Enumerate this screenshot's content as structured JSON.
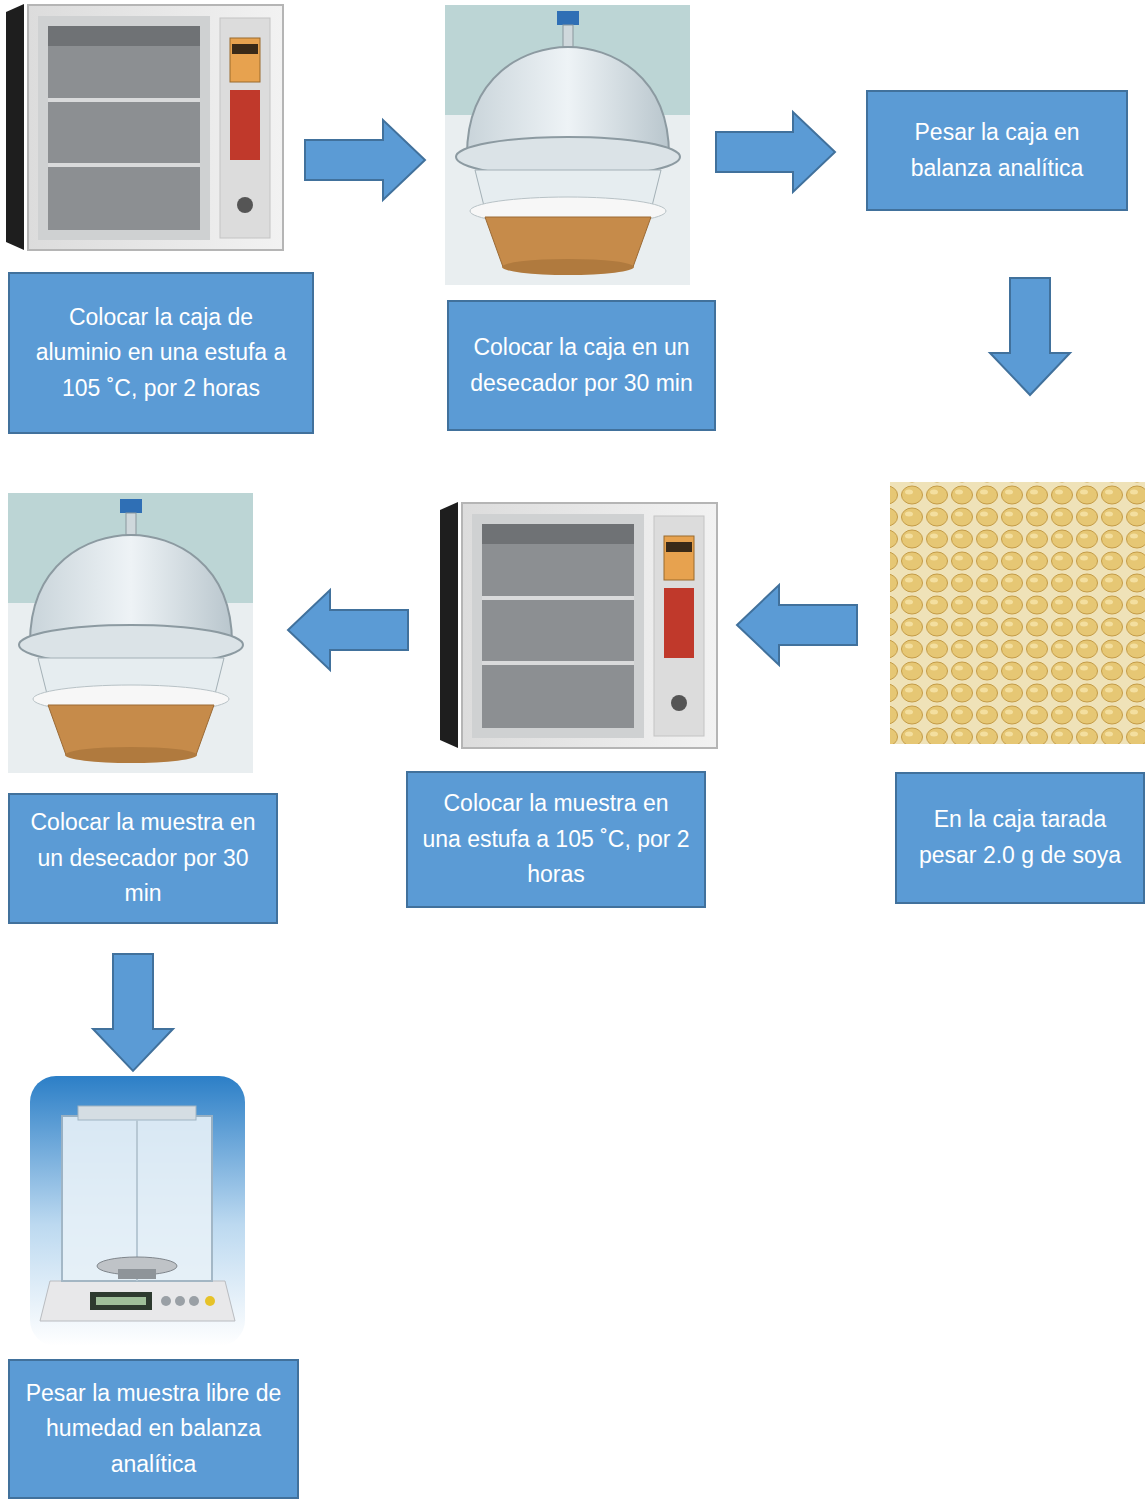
{
  "diagram": {
    "nodes": [
      {
        "text": [
          "Colocar la caja de aluminio en una estufa a 105 ˚C, por 2 horas"
        ]
      },
      {
        "text": [
          "Colocar la caja en un desecador por 30 min"
        ]
      },
      {
        "text": [
          "Pesar la caja en balanza analítica"
        ]
      },
      {
        "text": [
          "En la caja tarada pesar 2.0 g de soya"
        ]
      },
      {
        "text": [
          "Colocar la muestra en una estufa a 105 ˚C, por 2 horas"
        ]
      },
      {
        "text": [
          "Colocar la muestra en un desecador por 30 min"
        ]
      },
      {
        "text": [
          "Pesar la muestra libre de humedad en balanza analítica"
        ]
      }
    ],
    "edges": [
      {
        "from": 0,
        "to": 1,
        "arrow": "to"
      },
      {
        "from": 1,
        "to": 2,
        "arrow": "to"
      },
      {
        "from": 2,
        "to": 3,
        "arrow": "to"
      },
      {
        "from": 3,
        "to": 4,
        "arrow": "to"
      },
      {
        "from": 4,
        "to": 5,
        "arrow": "to"
      },
      {
        "from": 5,
        "to": 6,
        "arrow": "to"
      }
    ]
  }
}
